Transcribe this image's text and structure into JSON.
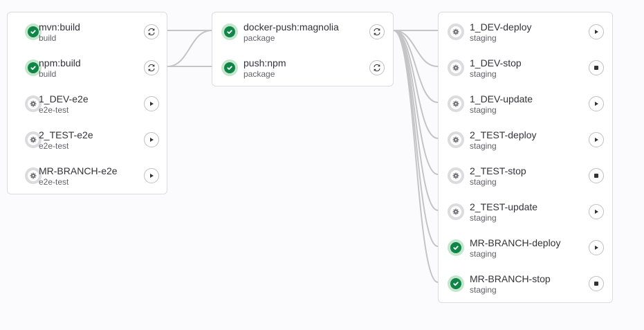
{
  "stages": [
    {
      "jobs": [
        {
          "name": "mvn:build",
          "stage": "build",
          "status": "success",
          "action": "retry-icon"
        },
        {
          "name": "npm:build",
          "stage": "build",
          "status": "success",
          "action": "retry-icon"
        },
        {
          "name": "1_DEV-e2e",
          "stage": "e2e-test",
          "status": "manual",
          "action": "play-icon"
        },
        {
          "name": "2_TEST-e2e",
          "stage": "e2e-test",
          "status": "manual",
          "action": "play-icon"
        },
        {
          "name": "MR-BRANCH-e2e",
          "stage": "e2e-test",
          "status": "manual",
          "action": "play-icon"
        }
      ]
    },
    {
      "jobs": [
        {
          "name": "docker-push:magnolia",
          "stage": "package",
          "status": "success",
          "action": "retry-icon"
        },
        {
          "name": "push:npm",
          "stage": "package",
          "status": "success",
          "action": "retry-icon"
        }
      ]
    },
    {
      "jobs": [
        {
          "name": "1_DEV-deploy",
          "stage": "staging",
          "status": "manual",
          "action": "play-icon"
        },
        {
          "name": "1_DEV-stop",
          "stage": "staging",
          "status": "manual",
          "action": "stop-icon"
        },
        {
          "name": "1_DEV-update",
          "stage": "staging",
          "status": "manual",
          "action": "play-icon"
        },
        {
          "name": "2_TEST-deploy",
          "stage": "staging",
          "status": "manual",
          "action": "play-icon"
        },
        {
          "name": "2_TEST-stop",
          "stage": "staging",
          "status": "manual",
          "action": "stop-icon"
        },
        {
          "name": "2_TEST-update",
          "stage": "staging",
          "status": "manual",
          "action": "play-icon"
        },
        {
          "name": "MR-BRANCH-deploy",
          "stage": "staging",
          "status": "success",
          "action": "play-icon"
        },
        {
          "name": "MR-BRANCH-stop",
          "stage": "staging",
          "status": "success",
          "action": "stop-icon"
        }
      ]
    }
  ],
  "colors": {
    "success": "#108548",
    "manual": "#737278",
    "link": "#c4c4c7"
  }
}
